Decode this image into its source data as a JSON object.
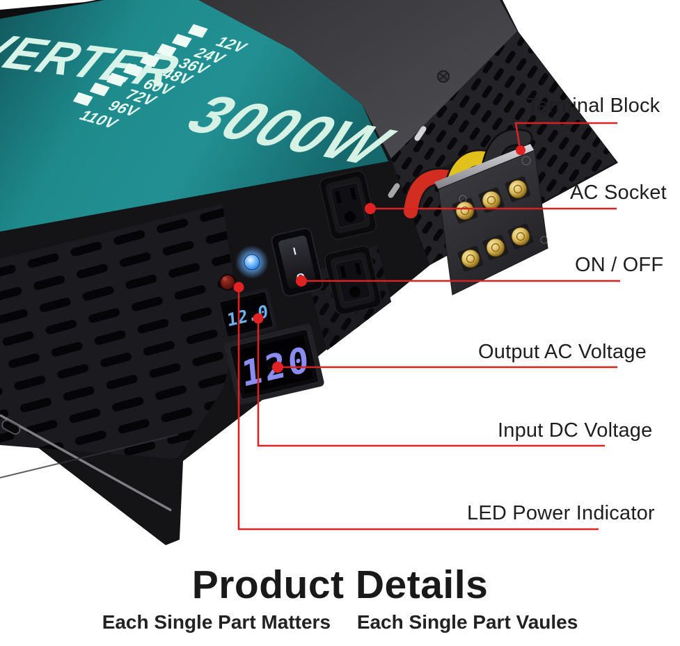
{
  "product": {
    "brand": "INVERTER",
    "power_rating": "3000W",
    "voltage_options": [
      "12V",
      "24V",
      "36V",
      "48V",
      "60V",
      "72V",
      "96V",
      "110V"
    ],
    "switch_on_mark": "I",
    "switch_off_mark": "O",
    "dc_display_value": "12.0",
    "ac_display_value": "120"
  },
  "annotations": [
    {
      "id": "terminal-block",
      "label": "Terminal Block"
    },
    {
      "id": "ac-socket",
      "label": "AC Socket"
    },
    {
      "id": "on-off",
      "label": "ON / OFF"
    },
    {
      "id": "output-ac-voltage",
      "label": "Output AC Voltage"
    },
    {
      "id": "input-dc-voltage",
      "label": "Input DC Voltage"
    },
    {
      "id": "led-power-indicator",
      "label": "LED Power Indicator"
    }
  ],
  "footer": {
    "title": "Product Details",
    "subtitle_left": "Each Single Part Matters",
    "subtitle_right": "Each Single Part Vaules"
  },
  "colors": {
    "annotation_red": "#d92323",
    "teal_panel": "#1e888a",
    "print_mint": "#d6f2e4",
    "dc_display_digits": "#6fb0ea",
    "ac_display_digits": "#8b8cf0"
  }
}
